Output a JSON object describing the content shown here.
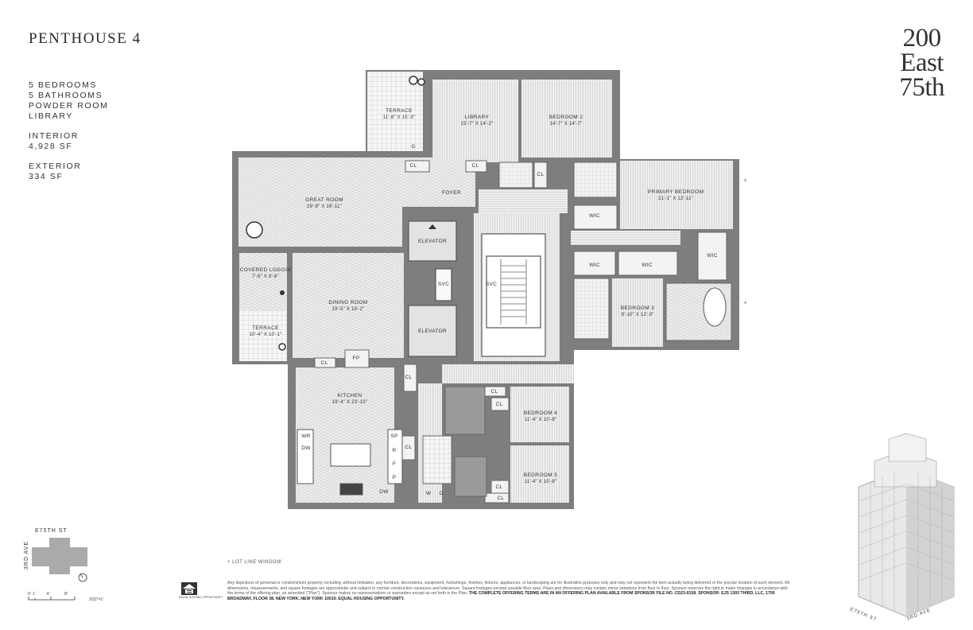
{
  "header": {
    "unit_title": "PENTHOUSE 4",
    "features": [
      "5 BEDROOMS",
      "5 BATHROOMS",
      "POWDER ROOM",
      "LIBRARY"
    ],
    "interior_label": "INTERIOR",
    "interior_sf": "4,928 SF",
    "exterior_label": "EXTERIOR",
    "exterior_sf": "334 SF"
  },
  "brand": {
    "line1": "200",
    "line2": "East",
    "line3": "75th"
  },
  "rooms": [
    {
      "id": "terrace-north",
      "name": "TERRACE",
      "dims": "11'-8\" X 15'-3\""
    },
    {
      "id": "library",
      "name": "LIBRARY",
      "dims": "15'-7\" X 14'-2\""
    },
    {
      "id": "bedroom-2",
      "name": "BEDROOM 2",
      "dims": "14'-7\" X 14'-7\""
    },
    {
      "id": "great-room",
      "name": "GREAT ROOM",
      "dims": "29'-8\" X 16'-11\""
    },
    {
      "id": "primary-bedroom",
      "name": "PRIMARY BEDROOM",
      "dims": "21'-1\" X 12'-11\""
    },
    {
      "id": "covered-loggia",
      "name": "COVERED LOGGIA",
      "dims": "7'-6\" X 8'-8\""
    },
    {
      "id": "terrace-west",
      "name": "TERRACE",
      "dims": "10'-4\" X 10'-1\""
    },
    {
      "id": "dining-room",
      "name": "DINING ROOM",
      "dims": "19'-5\" X 19'-2\""
    },
    {
      "id": "bedroom-3",
      "name": "BEDROOM 3",
      "dims": "9'-10\" X 12'-3\""
    },
    {
      "id": "kitchen",
      "name": "KITCHEN",
      "dims": "19'-4\" X 23'-10\""
    },
    {
      "id": "bedroom-4",
      "name": "BEDROOM 4",
      "dims": "11'-4\" X 10'-8\""
    },
    {
      "id": "bedroom-5",
      "name": "BEDROOM 5",
      "dims": "11'-4\" X 10'-8\""
    }
  ],
  "tags": {
    "foyer": "FOYER",
    "elevator": "ELEVATOR",
    "svc": "SVC",
    "wic": "WIC",
    "cl": "CL",
    "fp": "FP",
    "g": "G",
    "wr": "WR",
    "dw": "DW",
    "sp": "SP",
    "r": "R",
    "f": "F",
    "p": "P",
    "w": "W",
    "d": "D"
  },
  "key_plan": {
    "street": "E75TH ST",
    "avenue": "3RD AVE",
    "scale_ticks": [
      "0' 1'",
      "4'",
      "8'"
    ],
    "scale_label": "3/32\"=1'"
  },
  "footer": {
    "lot_line_note": "+ LOT LINE WINDOW",
    "disclaimer": "Any depictions of personal or condominium property, including, without limitation, any furniture, decorations, equipment, furnishings, finishes, fixtures, appliances, or landscaping are for illustrative purposes only and may not represent the item actually being delivered or the precise location of such element. All dimensions, measurements, and square footages are approximate and subject to normal construction variances and tolerances. Square footages exceed useable floor area. Plans and dimensions may contain minor variations from floor to floor. Sponsor reserves the right to make changes in accordance with the terms of the offering plan, as amended (\"Plan\"). Sponsor makes no representations or warranties except as set forth in the Plan.",
    "disclaimer_bold": "THE COMPLETE OFFERING TERMS ARE IN AN OFFERING PLAN AVAILABLE FROM SPONSOR FILE NO. CD23-0158. SPONSOR: EJS 1303 THIRD, LLC, 1700 BROADWAY, FLOOR 38, NEW YORK, NEW YORK 10019. EQUAL HOUSING OPPORTUNITY.",
    "eho_label": "EQUAL HOUSING OPPORTUNITY"
  },
  "building_render": {
    "street": "E75TH ST",
    "avenue": "3RD AVE"
  },
  "colors": {
    "wall": "#7a7a7a",
    "floor_hatch": "#cfcfcf",
    "text": "#333333",
    "background": "#ffffff",
    "wet_area": "#9a9a9a"
  }
}
